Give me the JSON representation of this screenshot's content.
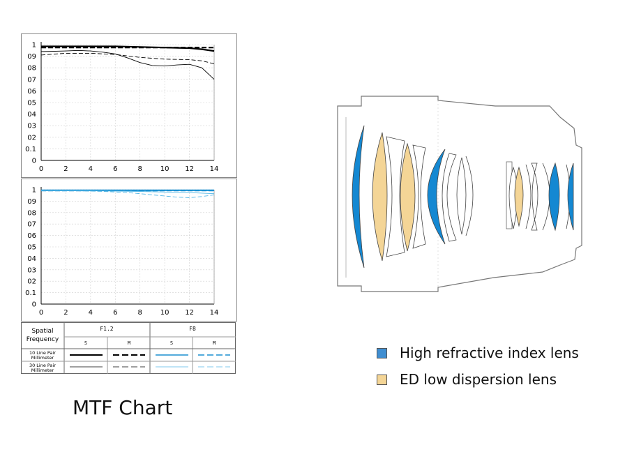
{
  "page_title": "MTF Chart",
  "chart_data": [
    {
      "type": "line",
      "panel": "top",
      "x_ticks": [
        0,
        2,
        4,
        6,
        8,
        10,
        12,
        14
      ],
      "y_ticks": [
        "0",
        "0.1",
        "02",
        "03",
        "04",
        "05",
        "06",
        "07",
        "08",
        "09",
        "1"
      ],
      "xlim": [
        0,
        14
      ],
      "ylim": [
        0,
        1
      ],
      "grid": true,
      "series": [
        {
          "line": "10lp-S",
          "style": "solid-thick",
          "color": "#000000",
          "x": [
            0,
            2,
            4,
            6,
            8,
            10,
            12,
            13,
            14
          ],
          "y": [
            0.985,
            0.985,
            0.985,
            0.985,
            0.98,
            0.975,
            0.97,
            0.96,
            0.945
          ]
        },
        {
          "line": "10lp-M",
          "style": "dashed-thick",
          "color": "#000000",
          "x": [
            0,
            2,
            4,
            6,
            8,
            10,
            12,
            14
          ],
          "y": [
            0.975,
            0.975,
            0.975,
            0.975,
            0.975,
            0.975,
            0.975,
            0.975
          ]
        },
        {
          "line": "30lp-S",
          "style": "solid-thin",
          "color": "#000000",
          "x": [
            0,
            2,
            3,
            4,
            5,
            6,
            7,
            8,
            9,
            10,
            11,
            12,
            13,
            14
          ],
          "y": [
            0.94,
            0.945,
            0.95,
            0.945,
            0.935,
            0.92,
            0.885,
            0.845,
            0.82,
            0.815,
            0.825,
            0.83,
            0.8,
            0.7
          ]
        },
        {
          "line": "30lp-M",
          "style": "dashed-thin",
          "color": "#000000",
          "x": [
            0,
            2,
            4,
            6,
            8,
            10,
            12,
            13,
            14
          ],
          "y": [
            0.91,
            0.925,
            0.925,
            0.915,
            0.89,
            0.875,
            0.87,
            0.86,
            0.835
          ]
        }
      ]
    },
    {
      "type": "line",
      "panel": "bottom",
      "x_ticks": [
        0,
        2,
        4,
        6,
        8,
        10,
        12,
        14
      ],
      "y_ticks": [
        "0",
        "0.1",
        "02",
        "03",
        "04",
        "05",
        "06",
        "07",
        "08",
        "09",
        "1"
      ],
      "xlim": [
        0,
        14
      ],
      "ylim": [
        0,
        1
      ],
      "grid": true,
      "series": [
        {
          "line": "10lp-S",
          "style": "solid-thick",
          "color": "#1a8fd0",
          "x": [
            0,
            14
          ],
          "y": [
            0.995,
            0.995
          ]
        },
        {
          "line": "10lp-M",
          "style": "dashed-thick",
          "color": "#1a8fd0",
          "x": [
            0,
            14
          ],
          "y": [
            0.993,
            0.993
          ]
        },
        {
          "line": "30lp-S",
          "style": "solid-thin",
          "color": "#55b7e6",
          "x": [
            0,
            4,
            8,
            10,
            12,
            13,
            14
          ],
          "y": [
            0.99,
            0.99,
            0.985,
            0.98,
            0.975,
            0.97,
            0.965
          ]
        },
        {
          "line": "30lp-M",
          "style": "dashed-thin",
          "color": "#55b7e6",
          "x": [
            0,
            3,
            5,
            7,
            8,
            9,
            10,
            11,
            12,
            13,
            14
          ],
          "y": [
            0.99,
            0.99,
            0.985,
            0.975,
            0.965,
            0.955,
            0.945,
            0.935,
            0.93,
            0.94,
            0.955
          ]
        }
      ]
    }
  ],
  "legend_table": {
    "header_label": "Spatial Frequency",
    "group_f12": "F1.2",
    "group_f8": "F8",
    "sub_s": "S",
    "sub_m": "M",
    "row_10": "10 Line Pair Millimeter",
    "row_30": "30 Line Pair Millimeter",
    "colors": {
      "black": "#000000",
      "blue": "#1a8fd0",
      "light_blue": "#55b7e6"
    }
  },
  "lens_legend": {
    "high_refractive": "High refractive index lens",
    "ed_low_dispersion": "ED low dispersion lens",
    "high_color": "#1488d2",
    "ed_color": "#f4d596"
  }
}
